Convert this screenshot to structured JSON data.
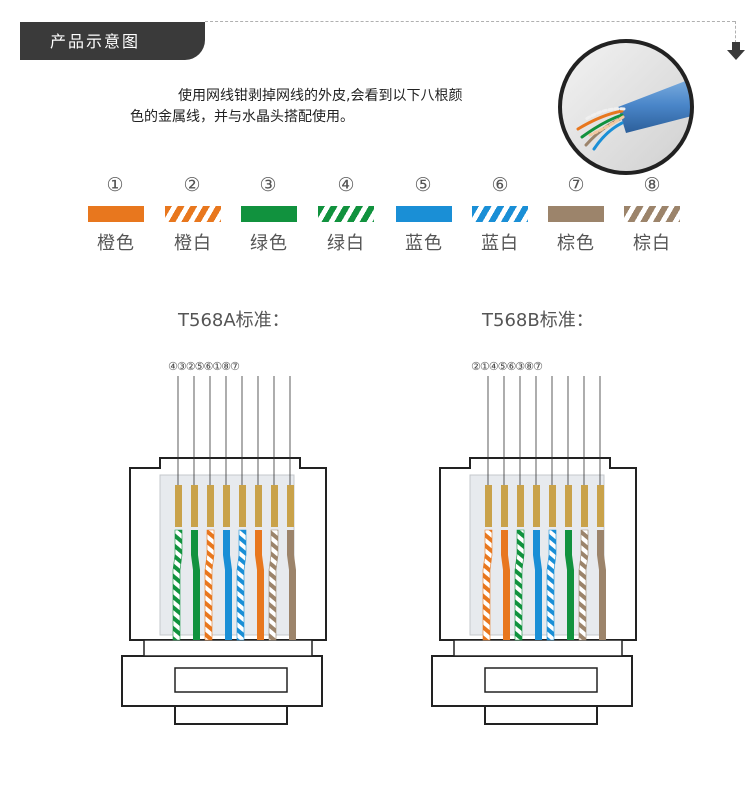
{
  "header": {
    "title": "产品示意图"
  },
  "intro": {
    "line1": "使用网线钳剥掉网线的外皮,会看到以下八根颜",
    "line2": "色的金属线，并与水晶头搭配使用。"
  },
  "colors": {
    "orange": "#e8771e",
    "green": "#11923e",
    "blue": "#1a8fd6",
    "brown": "#9c846b",
    "white": "#ffffff",
    "gold": "#c9a24a"
  },
  "wires": [
    {
      "num": "①",
      "label": "橙色",
      "color": "orange",
      "striped": false
    },
    {
      "num": "②",
      "label": "橙白",
      "color": "orange",
      "striped": true
    },
    {
      "num": "③",
      "label": "绿色",
      "color": "green",
      "striped": false
    },
    {
      "num": "④",
      "label": "绿白",
      "color": "green",
      "striped": true
    },
    {
      "num": "⑤",
      "label": "蓝色",
      "color": "blue",
      "striped": false
    },
    {
      "num": "⑥",
      "label": "蓝白",
      "color": "blue",
      "striped": true
    },
    {
      "num": "⑦",
      "label": "棕色",
      "color": "brown",
      "striped": false
    },
    {
      "num": "⑧",
      "label": "棕白",
      "color": "brown",
      "striped": true
    }
  ],
  "standards": [
    {
      "title": "T568A标准：",
      "order_text": "④③②⑤⑥①⑧⑦",
      "order": [
        4,
        3,
        2,
        5,
        6,
        1,
        8,
        7
      ]
    },
    {
      "title": "T568B标准：",
      "order_text": "②①④⑤⑥③⑧⑦",
      "order": [
        2,
        1,
        4,
        5,
        6,
        3,
        8,
        7
      ]
    }
  ]
}
